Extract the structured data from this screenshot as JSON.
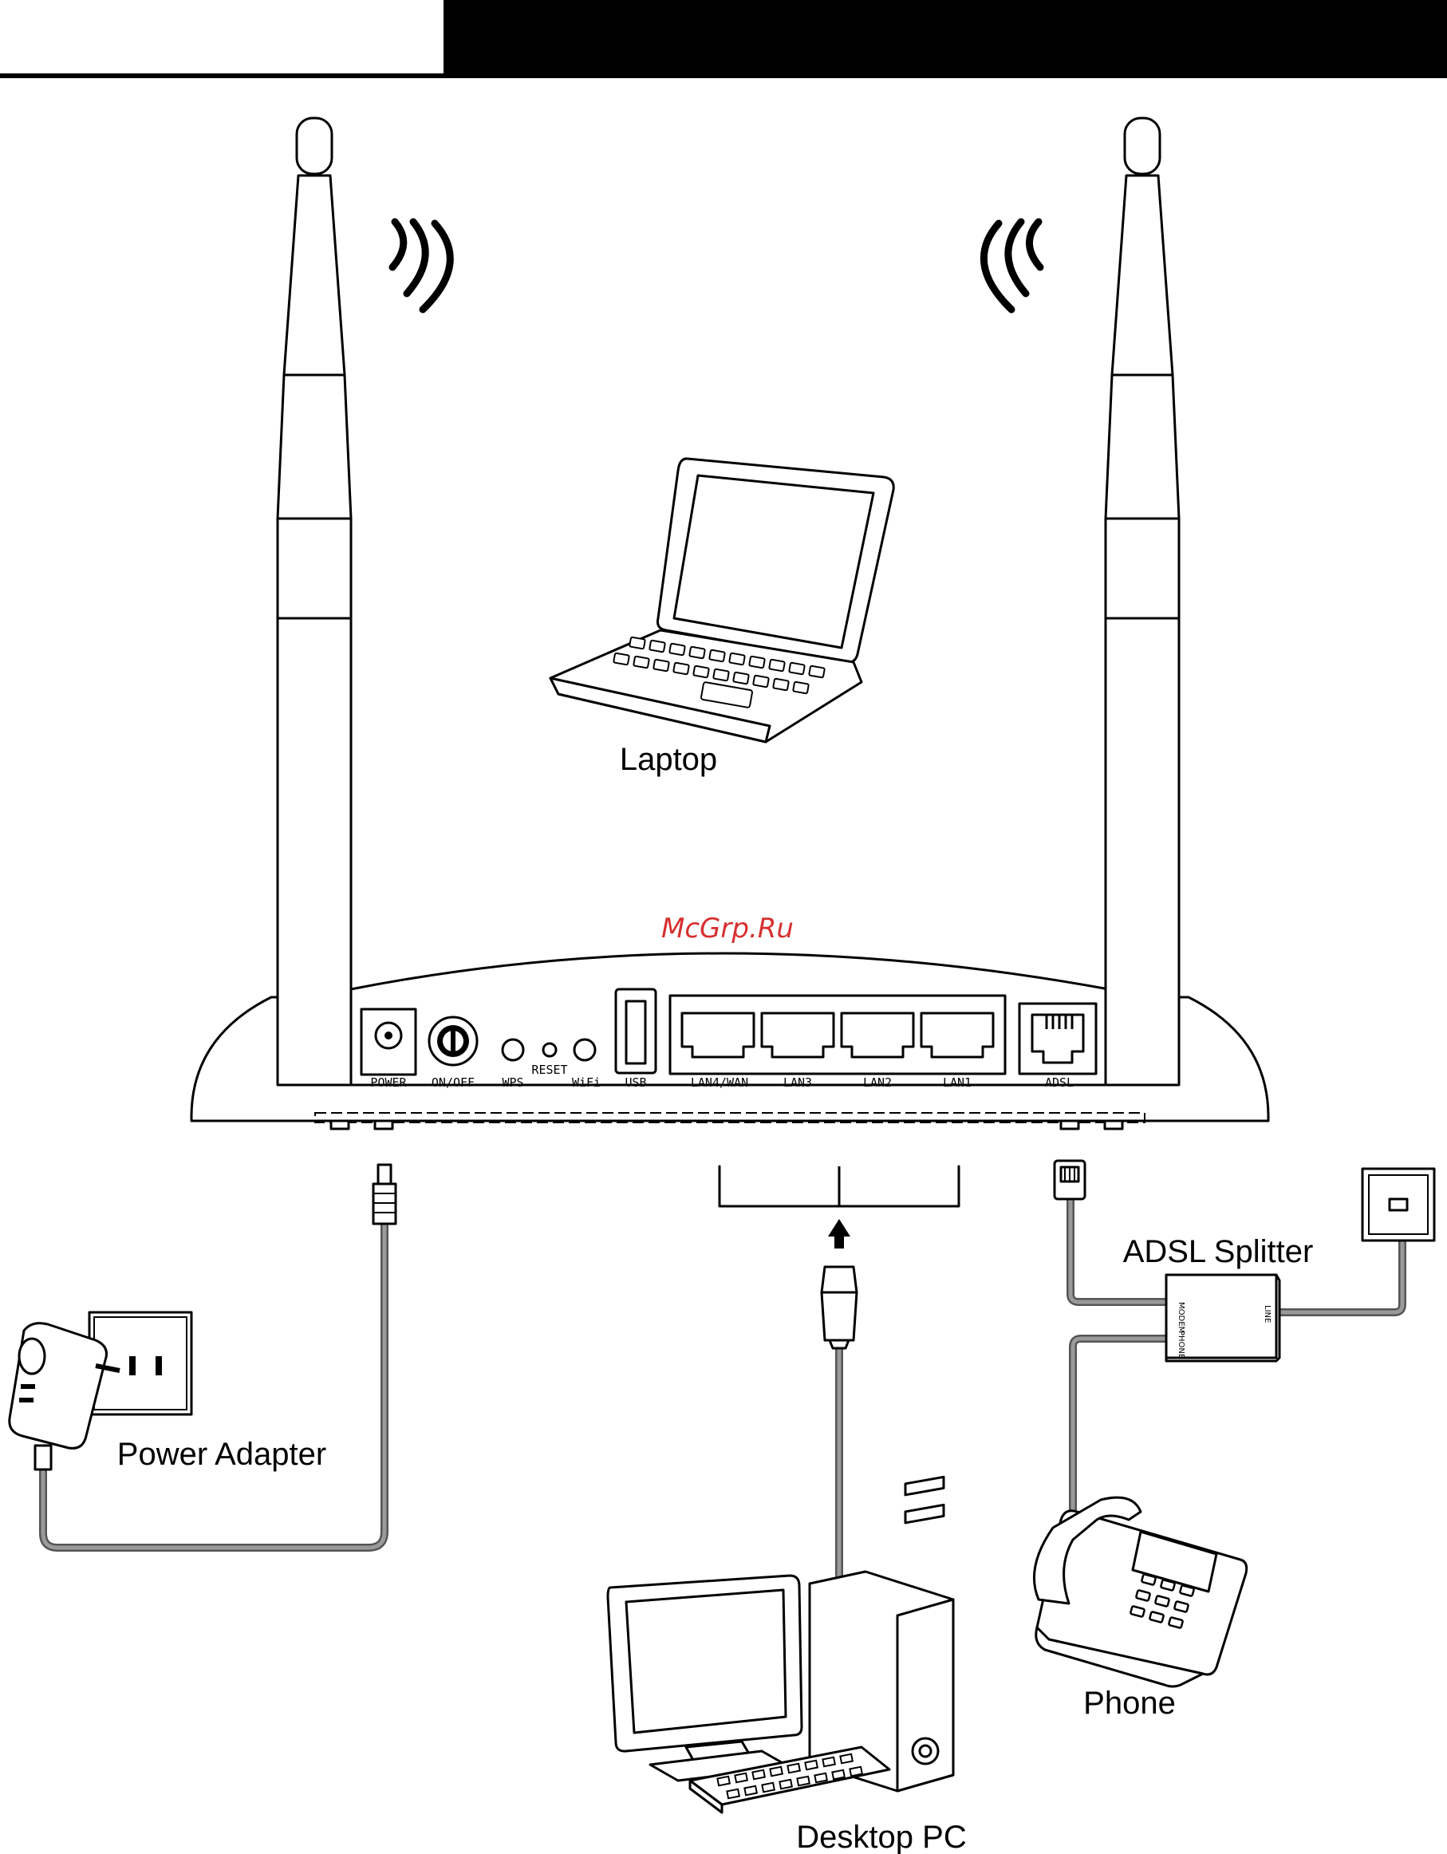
{
  "labels": {
    "laptop": "Laptop",
    "power_adapter": "Power Adapter",
    "desktop_pc": "Desktop PC",
    "phone": "Phone",
    "adsl_splitter": "ADSL Splitter"
  },
  "ports": {
    "power": "POWER",
    "on_off": "ON/OFF",
    "wps": "WPS",
    "reset": "RESET",
    "wifi": "WiFi",
    "usb": "USB",
    "lan4_wan": "LAN4/WAN",
    "lan3": "LAN3",
    "lan2": "LAN2",
    "lan1": "LAN1",
    "adsl": "ADSL"
  },
  "splitter_ports": {
    "modem": "MODEM",
    "phone": "PHONE",
    "line": "LINE"
  },
  "watermark": "McGrp.Ru"
}
